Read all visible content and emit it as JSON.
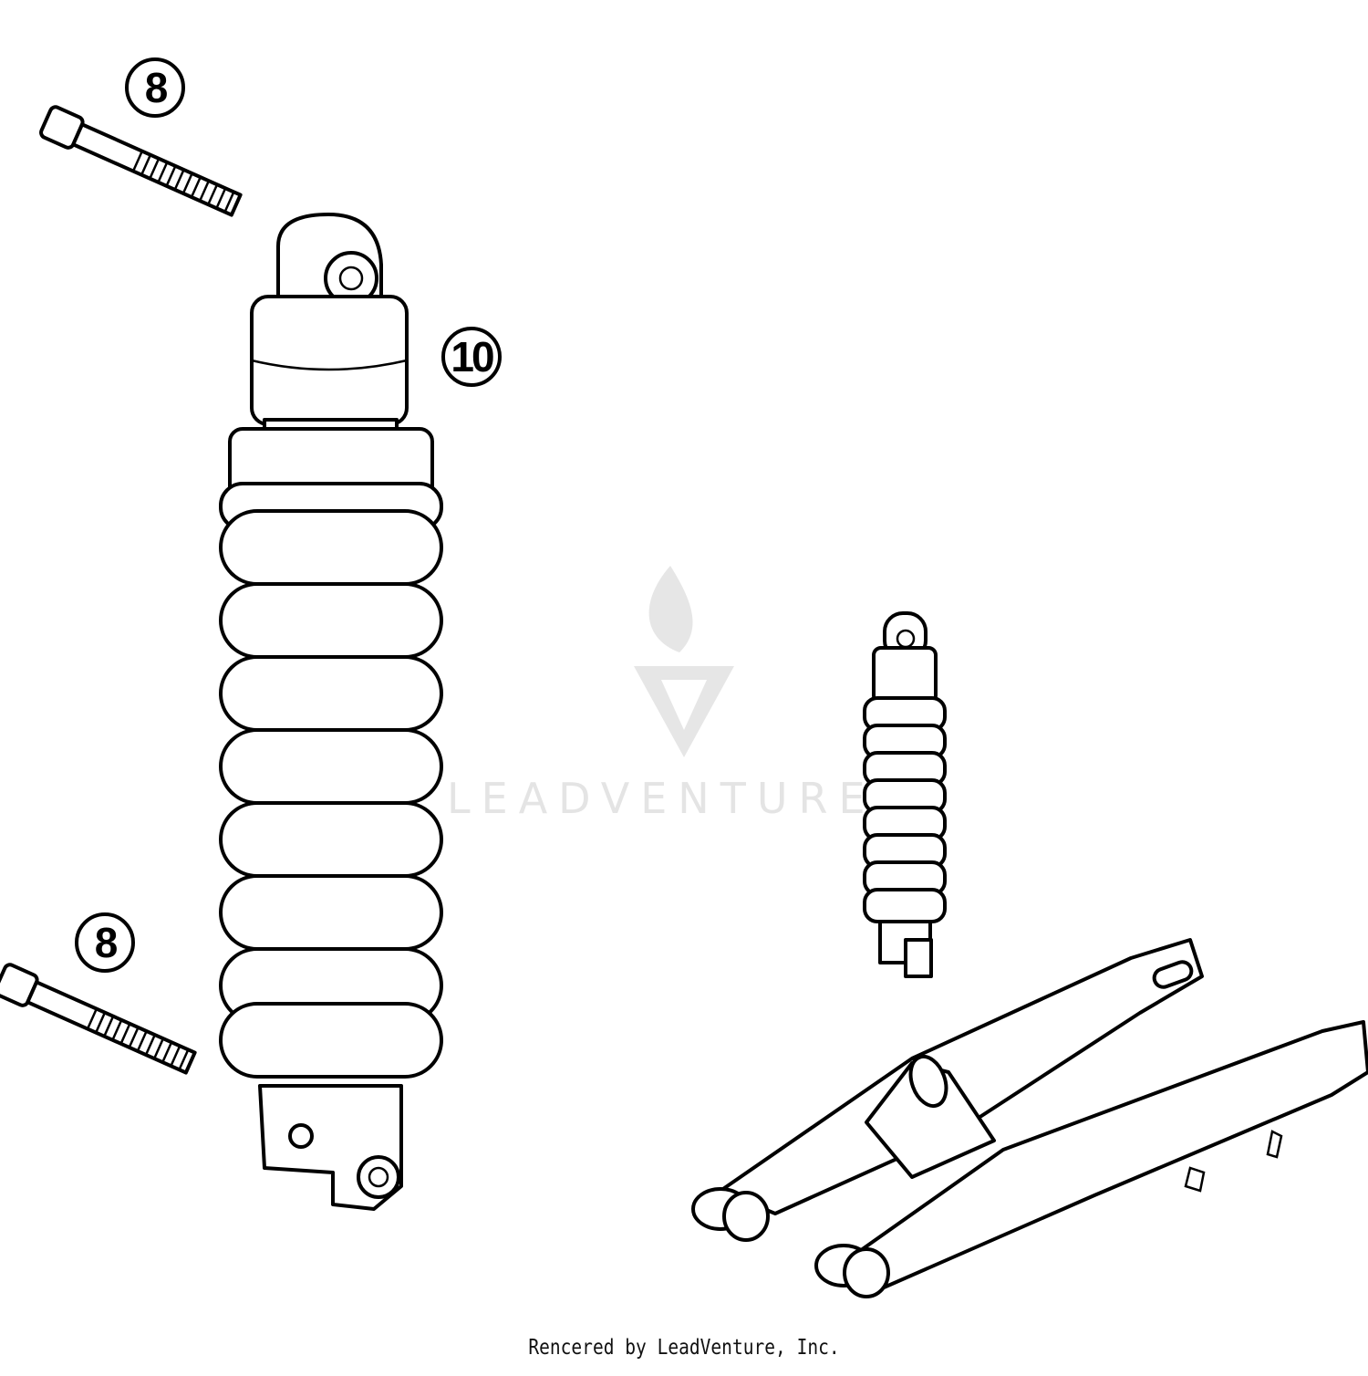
{
  "callouts": [
    {
      "label": "8",
      "part": "upper-bolt"
    },
    {
      "label": "10",
      "part": "shock-absorber"
    },
    {
      "label": "8",
      "part": "lower-bolt"
    }
  ],
  "watermark": {
    "text": "LEADVENTURE"
  },
  "footer": {
    "credit": "Rencered by LeadVenture, Inc."
  }
}
